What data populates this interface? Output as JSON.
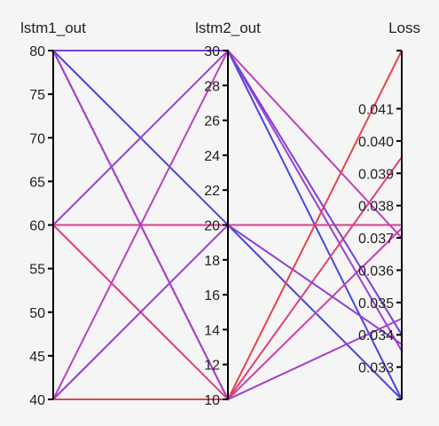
{
  "chart_data": {
    "type": "parallel_coordinates",
    "axes": [
      {
        "key": "lstm1_out",
        "label": "lstm1_out",
        "range": [
          40,
          80
        ],
        "ticks": [
          40,
          45,
          50,
          55,
          60,
          65,
          70,
          75,
          80
        ]
      },
      {
        "key": "lstm2_out",
        "label": "lstm2_out",
        "range": [
          10,
          30
        ],
        "ticks": [
          10,
          12,
          14,
          16,
          18,
          20,
          22,
          24,
          26,
          28,
          30
        ]
      },
      {
        "key": "Loss",
        "label": "Loss",
        "range": [
          0.032,
          0.0428
        ],
        "ticks": [
          0.033,
          0.034,
          0.035,
          0.036,
          0.037,
          0.038,
          0.039,
          0.04,
          0.041
        ]
      }
    ],
    "color_scale": {
      "low": "#3b3be0",
      "mid": "#b03ec8",
      "high": "#e8424f"
    },
    "records": [
      {
        "lstm1_out": 80,
        "lstm2_out": 30,
        "Loss": 0.032,
        "color": "#4646e0"
      },
      {
        "lstm1_out": 80,
        "lstm2_out": 20,
        "Loss": 0.032,
        "color": "#4a44dc"
      },
      {
        "lstm1_out": 80,
        "lstm2_out": 10,
        "Loss": 0.0373,
        "color": "#cc3fa8"
      },
      {
        "lstm1_out": 60,
        "lstm2_out": 30,
        "Loss": 0.0335,
        "color": "#9c40d2"
      },
      {
        "lstm1_out": 60,
        "lstm2_out": 20,
        "Loss": 0.0374,
        "color": "#d8408c"
      },
      {
        "lstm1_out": 60,
        "lstm2_out": 10,
        "Loss": 0.0395,
        "color": "#dc4078"
      },
      {
        "lstm1_out": 40,
        "lstm2_out": 30,
        "Loss": 0.037,
        "color": "#c040b8"
      },
      {
        "lstm1_out": 40,
        "lstm2_out": 20,
        "Loss": 0.0337,
        "color": "#8e3fd6"
      },
      {
        "lstm1_out": 40,
        "lstm2_out": 10,
        "Loss": 0.0428,
        "color": "#e8424f"
      },
      {
        "lstm1_out": 80,
        "lstm2_out": 30,
        "Loss": 0.034,
        "color": "#7c3fd8"
      },
      {
        "lstm1_out": 80,
        "lstm2_out": 10,
        "Loss": 0.0345,
        "color": "#a23fd0"
      }
    ]
  }
}
